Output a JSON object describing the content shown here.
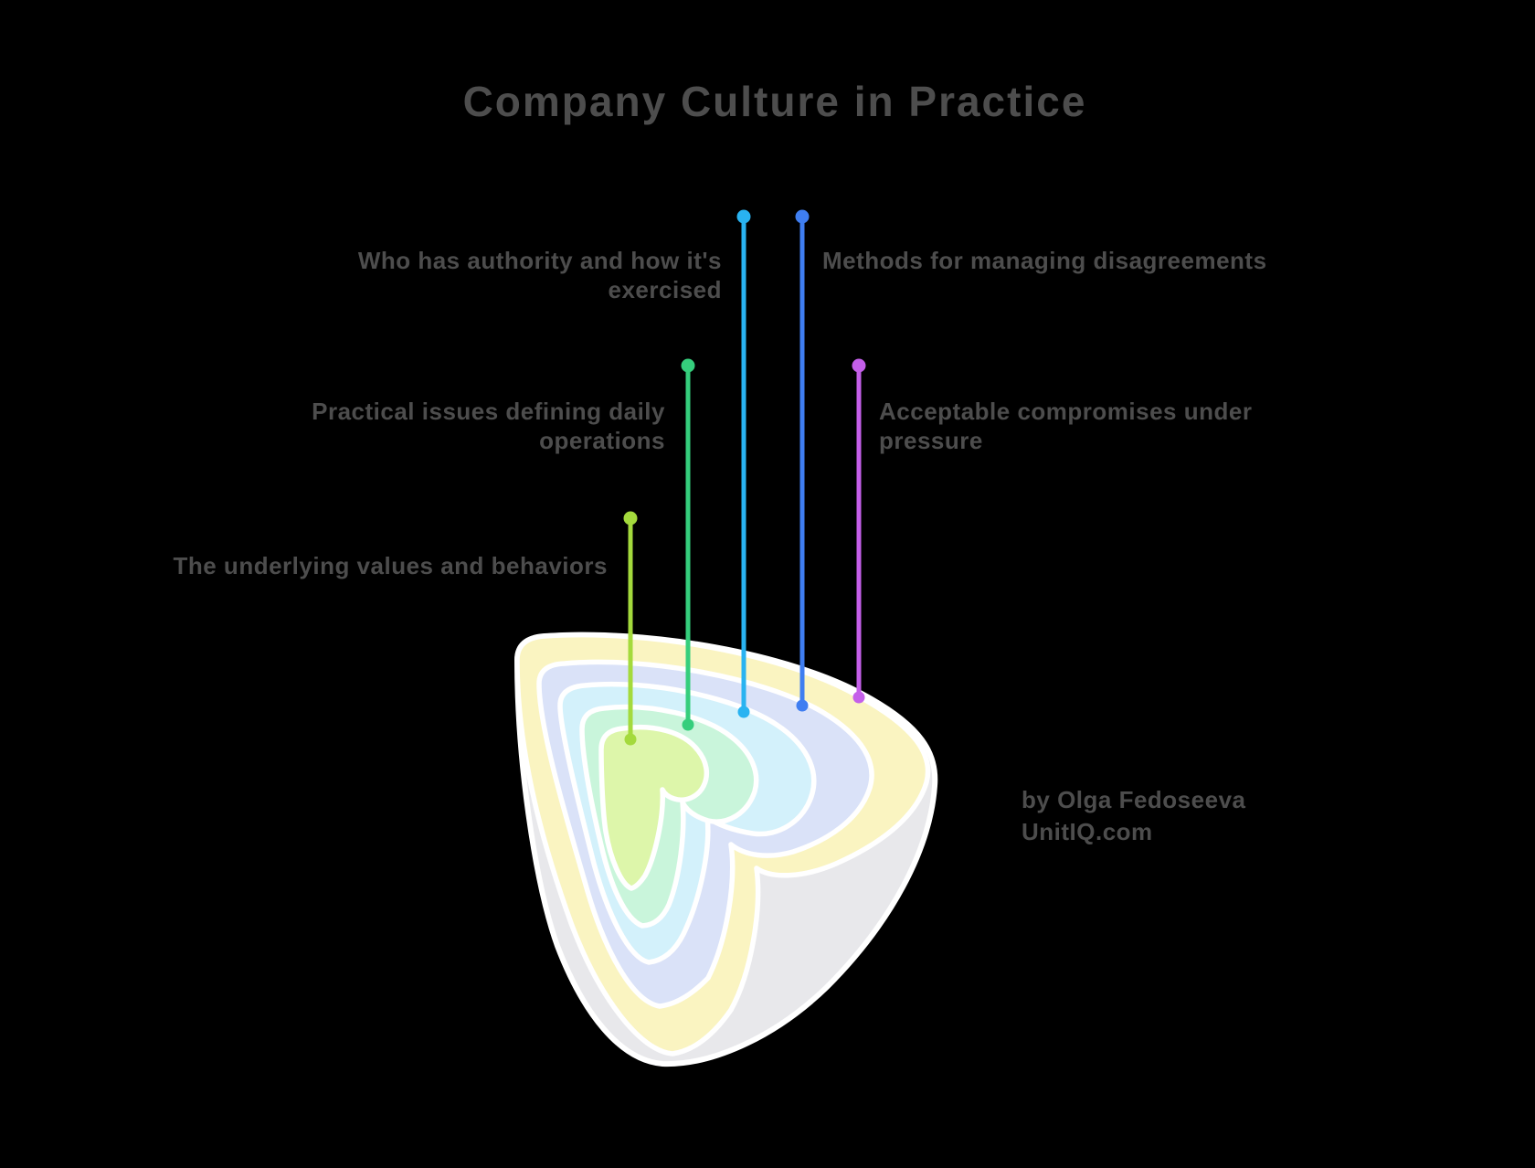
{
  "title": "Company Culture in Practice",
  "background_color": "#000000",
  "text_color": "#4d4d4d",
  "callouts": [
    {
      "label": "The underlying values and behaviors",
      "color": "#a4da3c"
    },
    {
      "label": "Practical issues defining daily operations",
      "color": "#35ce7c"
    },
    {
      "label": "Who has authority and how it's exercised",
      "color": "#29b3f1"
    },
    {
      "label": "Methods for managing disagreements",
      "color": "#3f7ef1"
    },
    {
      "label": "Acceptable compromises under pressure",
      "color": "#c45fe9"
    }
  ],
  "onion": {
    "layer_colors": [
      "#faf4c1",
      "#dae2f8",
      "#d3f1fb",
      "#c9f5db",
      "#ddf6aa"
    ],
    "cut_face_color": "#e8e8eb",
    "outline_color": "#ffffff"
  },
  "credit": {
    "line1": "by Olga Fedoseeva",
    "line2": "UnitIQ.com"
  }
}
